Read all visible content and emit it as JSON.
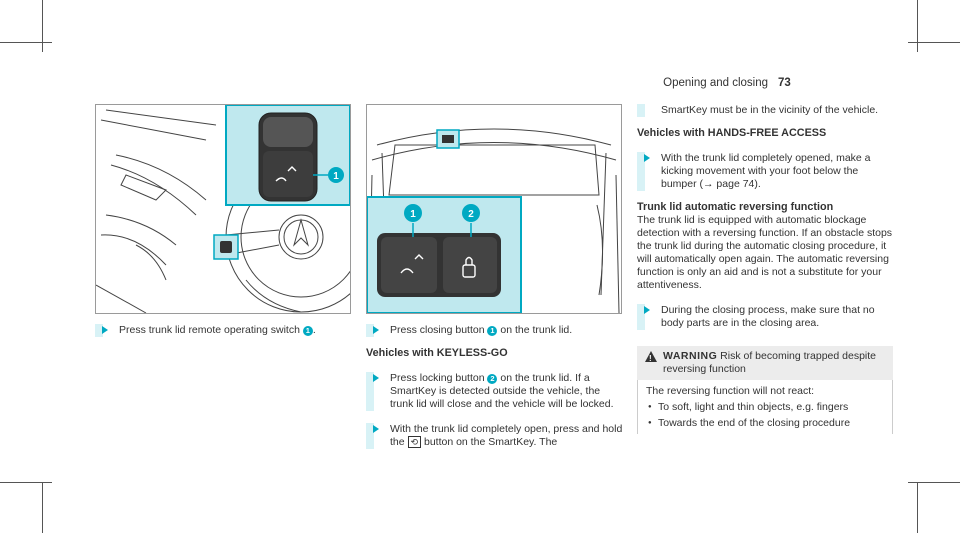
{
  "header": {
    "section": "Opening and closing",
    "page": "73"
  },
  "figure1": {
    "callout": "1"
  },
  "figure2": {
    "callout1": "1",
    "callout2": "2"
  },
  "left": {
    "step1": {
      "before": "Press trunk lid remote operating switch ",
      "num": "1",
      "after": "."
    }
  },
  "middle": {
    "step1": {
      "before": "Press closing button ",
      "num": "1",
      "after": " on the trunk lid."
    },
    "heading": "Vehicles with KEYLESS-GO",
    "step2": {
      "before": "Press locking button ",
      "num": "2",
      "after": " on the trunk lid. If a SmartKey is detected outside the vehicle, the trunk lid will close and the vehicle will be locked."
    },
    "step3": {
      "before": "With the trunk lid completely open, press and hold the ",
      "icon": "⟲",
      "after": " button on the SmartKey. The"
    }
  },
  "right": {
    "cont": "SmartKey must be in the vicinity of the vehi­cle.",
    "heading1": "Vehicles with HANDS-FREE ACCESS",
    "step1": "With the trunk lid completely opened, make a kicking movement with your foot below the bumper (→ page 74).",
    "heading2": "Trunk lid automatic reversing function",
    "para": "The trunk lid is equipped with automatic block­age detection with a reversing function. If an obstacle stops the trunk lid during the automatic closing procedure, it will automatically open again. The automatic reversing function is only an aid and is not a substitute for your attentive­ness.",
    "step2": "During the closing process, make sure that no body parts are in the closing area.",
    "warning": {
      "label": "WARNING",
      "title": "Risk of becoming trapped despite reversing function",
      "intro": "The reversing function will not react:",
      "bullets": [
        "To soft, light and thin objects, e.g. fingers",
        "Towards the end of the closing procedure"
      ]
    }
  }
}
